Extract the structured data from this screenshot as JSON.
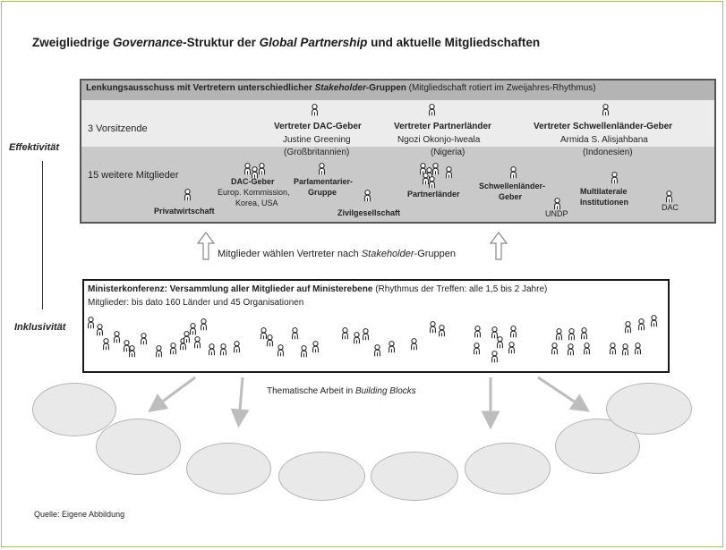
{
  "title": {
    "part1": "Zweigliedrige ",
    "part2": "Governance",
    "part3": "-Struktur der ",
    "part4": "Global Partnership",
    "part5": " und aktuelle Mitgliedschaften"
  },
  "side_labels": {
    "effectiveness": "Effektivität",
    "inclusivity": "Inklusivität"
  },
  "steering": {
    "header_bold1": "Lenkungsausschuss mit Vertretern unterschiedlicher ",
    "header_italic": "Stakeholder",
    "header_bold2": "-Gruppen",
    "header_rest": " (Mitgliedschaft rotiert im Zweijahres-Rhythmus)",
    "chairs_label": "3 Vorsitzende",
    "chairs": [
      {
        "title": "Vertreter DAC-Geber",
        "name": "Justine Greening",
        "country": "(Großbritannien)"
      },
      {
        "title": "Vertreter Partnerländer",
        "name": "Ngozi Okonjo-Iweala",
        "country": "(Nigeria)"
      },
      {
        "title": "Vertreter Schwellenländer-Geber",
        "name": "Armida S. Alisjahbana",
        "country": "(Indonesien)"
      }
    ],
    "members_label": "15 weitere Mitglieder",
    "groups": {
      "private": "Privatwirtschaft",
      "dac_donors": "DAC-Geber",
      "dac_donors_detail1": "Europ. Kommission,",
      "dac_donors_detail2": "Korea, USA",
      "parliament1": "Parlamentarier-",
      "parliament2": "Gruppe",
      "civil": "Zivilgesellschaft",
      "partner": "Partnerländer",
      "emerging1": "Schwellenländer-",
      "emerging2": "Geber",
      "undp": "UNDP",
      "multilateral1": "Multilaterale",
      "multilateral2": "Institutionen",
      "dac": "DAC"
    }
  },
  "election": {
    "text1": "Mitglieder wählen Vertreter nach ",
    "italic": "Stakeholder",
    "text2": "-Gruppen"
  },
  "conference": {
    "bold": "Ministerkonferenz: Versammlung aller Mitglieder auf Ministerebene",
    "rest": " (Rhythmus der Treffen: alle 1,5 bis 2 Jahre)",
    "members": "Mitglieder: bis dato 160 Länder und 45 Organisationen"
  },
  "thematic": {
    "text1": "Thematische Arbeit in ",
    "italic": "Building Blocks"
  },
  "source": "Quelle: Eigene Abbildung",
  "icons": {
    "person": "person-icon",
    "arrow_up": "hollow-up-arrow-icon",
    "arrow_down": "arrow-down-icon"
  },
  "colors": {
    "frame": "#a6c43c",
    "header": "#b4b4b4",
    "mid": "#ececec",
    "low": "#c9c9c9",
    "ellipse": "#e9e9e9"
  }
}
